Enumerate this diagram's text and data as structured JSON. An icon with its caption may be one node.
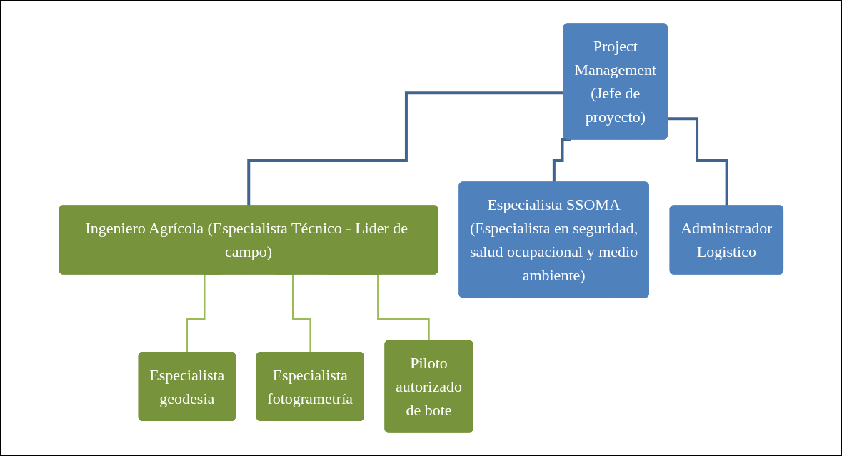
{
  "diagram": {
    "nodes": [
      {
        "text": [
          "Project Management (Jefe de proyecto)"
        ]
      },
      {
        "text": [
          "Ingeniero Agrícola (Especialista Técnico - Lider de campo)"
        ]
      },
      {
        "text": [
          "Especialista SSOMA (Especialista en seguridad, salud ocupacional y medio ambiente)"
        ]
      },
      {
        "text": [
          "Administrador Logistico"
        ]
      },
      {
        "text": [
          "Especialista geodesia"
        ]
      },
      {
        "text": [
          "Especialista fotogrametría"
        ]
      },
      {
        "text": [
          "Piloto autorizado de bote"
        ]
      }
    ],
    "edges": [
      {
        "from": 0,
        "to": 1,
        "arrow": "none",
        "style": "thick",
        "color": "#41648f"
      },
      {
        "from": 0,
        "to": 2,
        "arrow": "none",
        "style": "thick",
        "color": "#41648f"
      },
      {
        "from": 0,
        "to": 3,
        "arrow": "none",
        "style": "thick",
        "color": "#41648f"
      },
      {
        "from": 1,
        "to": 4,
        "arrow": "none",
        "color": "#9bbb59"
      },
      {
        "from": 1,
        "to": 5,
        "arrow": "none",
        "color": "#9bbb59"
      },
      {
        "from": 1,
        "to": 6,
        "arrow": "none",
        "color": "#9bbb59"
      }
    ]
  }
}
